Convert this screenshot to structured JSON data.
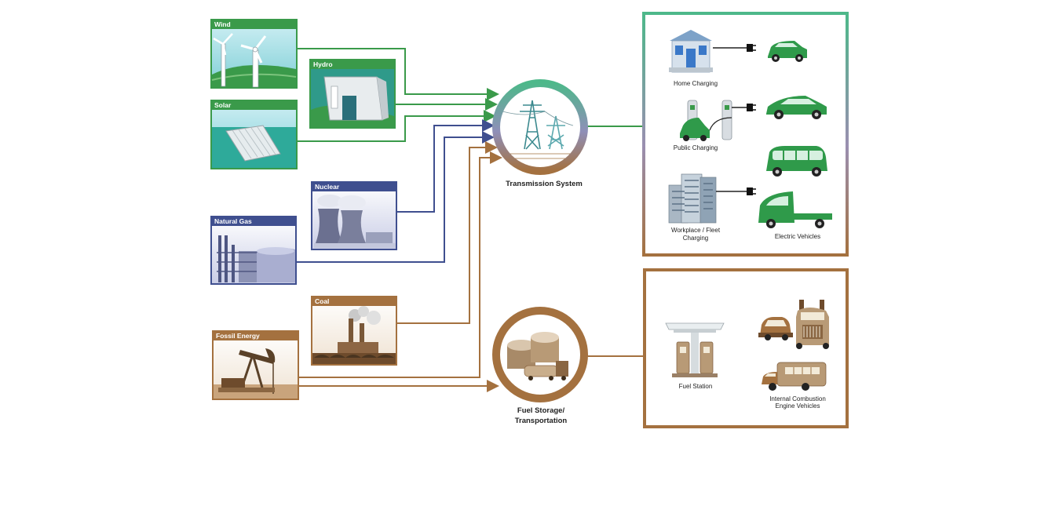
{
  "sources": {
    "wind": "Wind",
    "hydro": "Hydro",
    "solar": "Solar",
    "nuclear": "Nuclear",
    "natural_gas": "Natural Gas",
    "coal": "Coal",
    "fossil": "Fossil Energy"
  },
  "hubs": {
    "transmission": "Transmission System",
    "fuel_line1": "Fuel Storage/",
    "fuel_line2": "Transportation"
  },
  "electric_panel": {
    "home": "Home Charging",
    "public": "Public Charging",
    "workplace_line1": "Workplace / Fleet",
    "workplace_line2": "Charging",
    "vehicles": "Electric Vehicles"
  },
  "fuel_panel": {
    "station": "Fuel Station",
    "ice_line1": "Internal Combustion",
    "ice_line2": "Engine Vehicles"
  },
  "colors": {
    "green": "#3a9a4a",
    "blue": "#3f4f8f",
    "brown": "#a4713f",
    "teal_ring": "#4db88a"
  },
  "icons": [
    "wind-turbine-icon",
    "dam-icon",
    "solar-panel-icon",
    "cooling-tower-icon",
    "gas-plant-icon",
    "coal-plant-icon",
    "oil-pump-icon",
    "transmission-tower-icon",
    "fuel-tank-icon",
    "house-icon",
    "charging-station-icon",
    "office-building-icon",
    "plug-icon",
    "car-icon",
    "van-icon",
    "truck-icon",
    "gas-pump-icon"
  ]
}
